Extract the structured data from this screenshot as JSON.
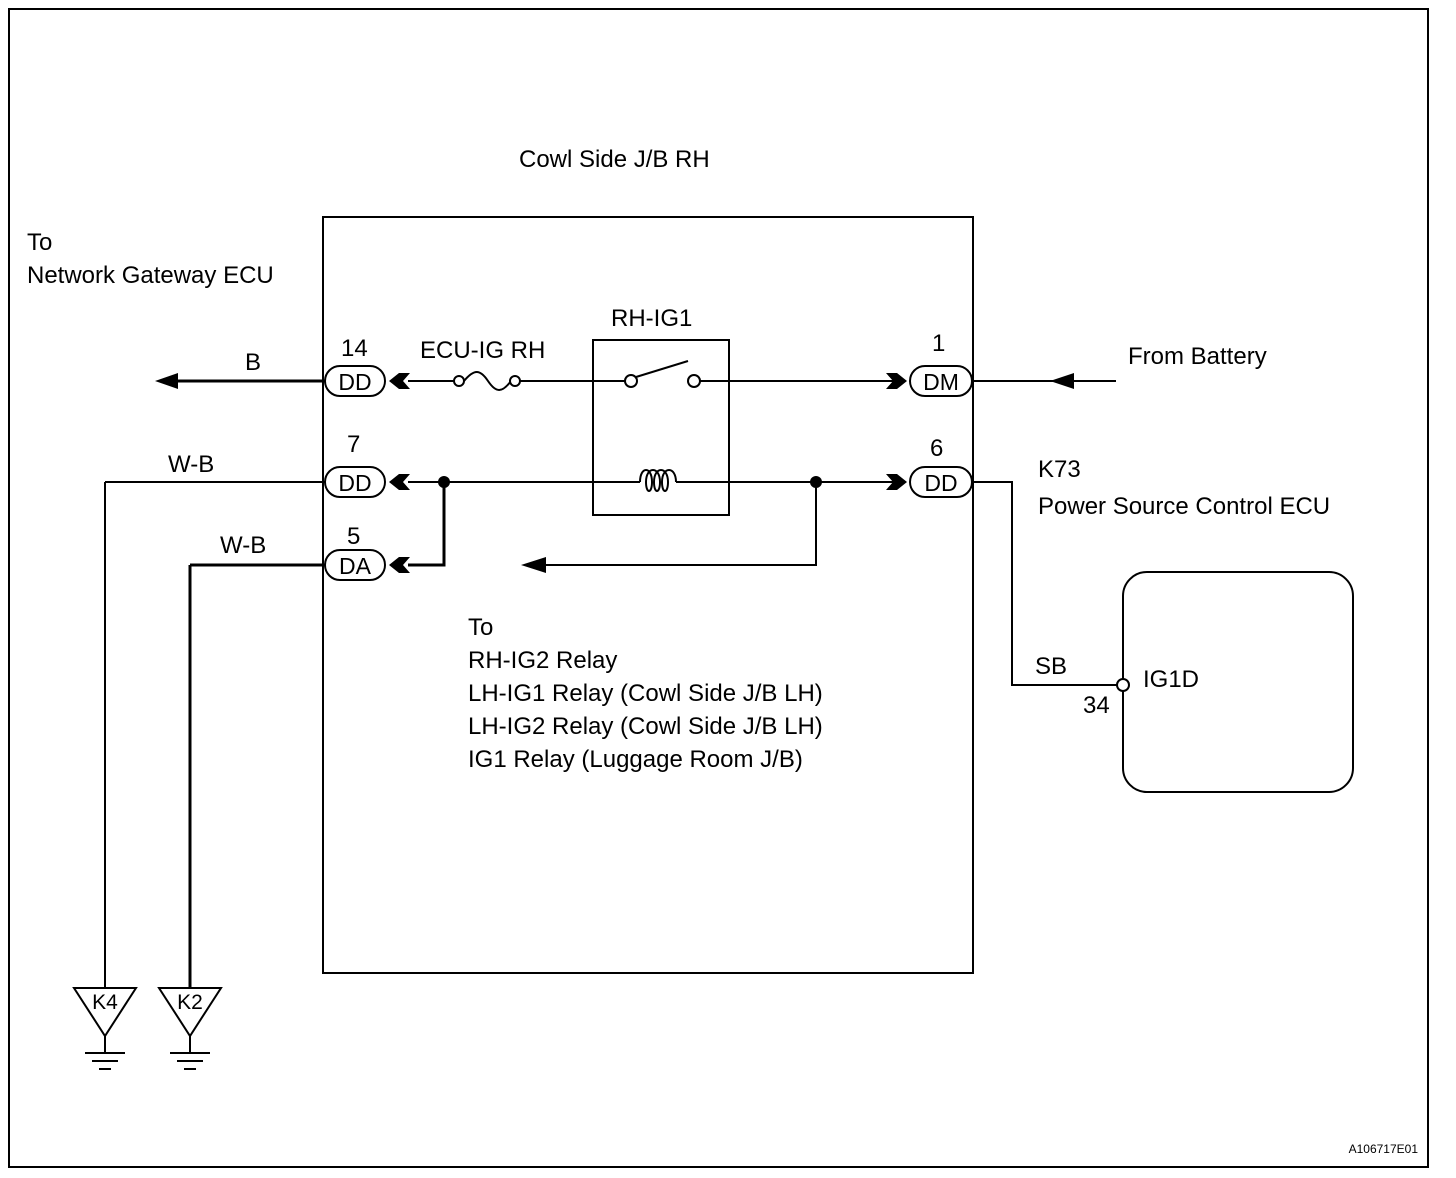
{
  "junction_box": {
    "title": "Cowl Side J/B RH"
  },
  "network_gateway": {
    "to_label": "To",
    "name": "Network Gateway ECU"
  },
  "battery": {
    "label": "From Battery"
  },
  "relay": {
    "name": "RH-IG1"
  },
  "fuse": {
    "name": "ECU-IG RH"
  },
  "connectors": [
    {
      "pin": "14",
      "code": "DD"
    },
    {
      "pin": "7",
      "code": "DD"
    },
    {
      "pin": "5",
      "code": "DA"
    },
    {
      "pin": "1",
      "code": "DM"
    },
    {
      "pin": "6",
      "code": "DD"
    }
  ],
  "wires": {
    "b": "B",
    "wb1": "W-B",
    "wb2": "W-B",
    "sb": "SB"
  },
  "ecu": {
    "id": "K73",
    "name": "Power Source Control ECU",
    "terminal": "IG1D",
    "pin": "34"
  },
  "relay_targets": {
    "to_label": "To",
    "items": [
      "RH-IG2 Relay",
      "LH-IG1 Relay (Cowl Side J/B LH)",
      "LH-IG2 Relay (Cowl Side J/B LH)",
      "IG1 Relay (Luggage Room J/B)"
    ]
  },
  "grounds": [
    {
      "label": "K4"
    },
    {
      "label": "K2"
    }
  ],
  "figure_code": "A106717E01"
}
